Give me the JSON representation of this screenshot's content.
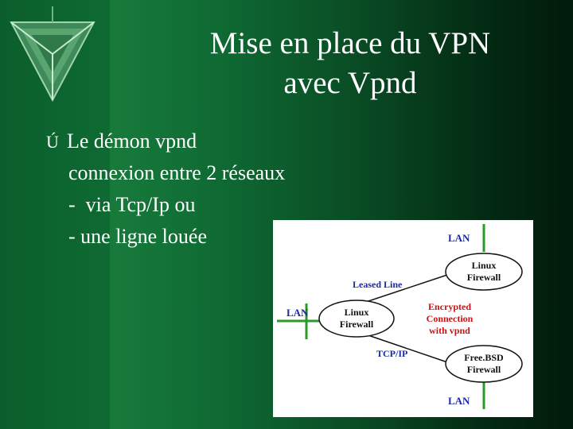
{
  "slide": {
    "title_line1": "Mise en place du VPN",
    "title_line2": "avec Vpnd",
    "bullet": "Le démon vpnd",
    "lines": [
      "connexion entre 2 réseaux",
      "-  via Tcp/Ip ou",
      "- une ligne louée"
    ]
  },
  "diagram": {
    "lan_top": "LAN",
    "lan_left": "LAN",
    "lan_bottom": "LAN",
    "leased_line": "Leased Line",
    "tcpip": "TCP/IP",
    "linux_fw_top_1": "Linux",
    "linux_fw_top_2": "Firewall",
    "linux_fw_left_1": "Linux",
    "linux_fw_left_2": "Firewall",
    "freebsd_1": "Free.BSD",
    "freebsd_2": "Firewall",
    "encrypted_1": "Encrypted",
    "encrypted_2": "Connection",
    "encrypted_3": "with vpnd",
    "colors": {
      "line_green": "#2a9a2a",
      "label_blue": "#1a2aa8",
      "label_red": "#c81414",
      "label_black": "#111111"
    }
  }
}
